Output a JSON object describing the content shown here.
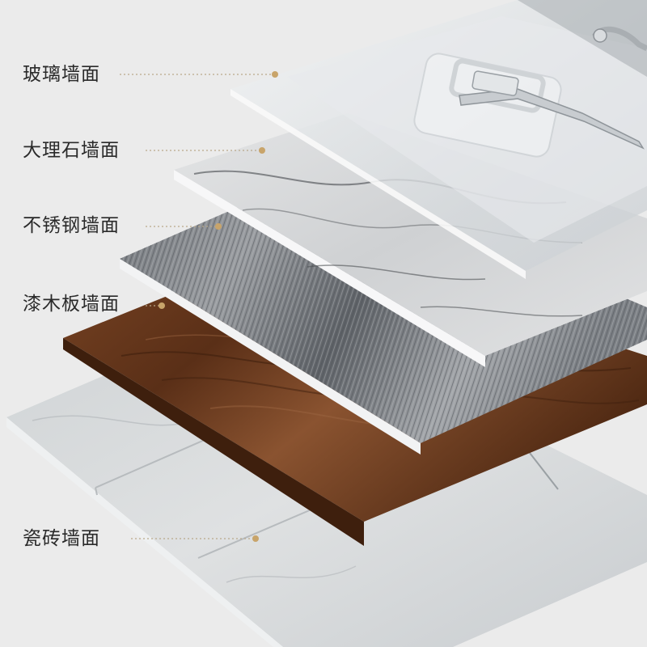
{
  "labels": {
    "glass": "玻璃墙面",
    "marble": "大理石墙面",
    "stainless_steel": "不锈钢墙面",
    "lacquered_wood": "漆木板墙面",
    "ceramic_tile": "瓷砖墙面"
  },
  "colors": {
    "background": "#ebebeb",
    "leader_dot": "#c8a46a",
    "wood": "#6b3a1e",
    "steel": "#8a8d91",
    "marble": "#d9dbdd",
    "tile": "#d3d6d8",
    "glass": "#dfe3e6"
  }
}
